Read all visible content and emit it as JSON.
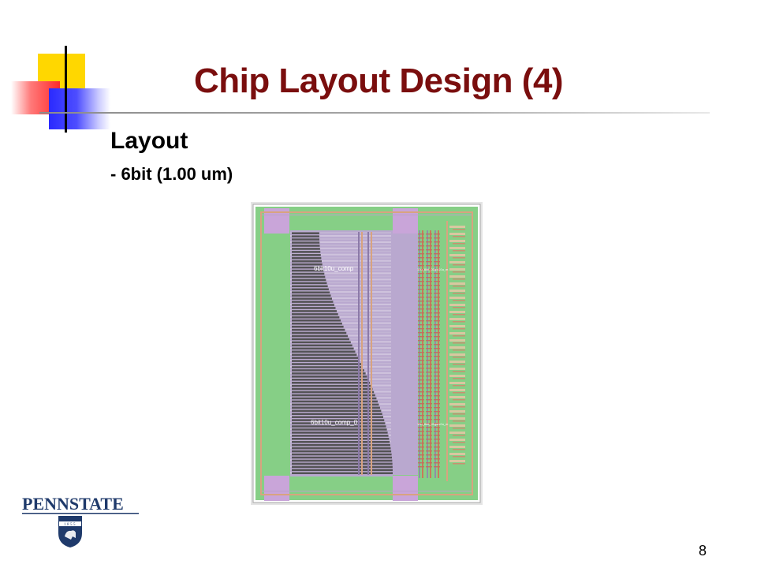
{
  "slide": {
    "title": "Chip Layout Design (4)",
    "heading": "Layout",
    "subheading": "- 6bit (1.00 um)",
    "page_number": "8"
  },
  "layout_image": {
    "cell_label_top": "6bit10u_comp",
    "cell_label_bottom": "6bit10u_comp_0",
    "small_label_top": "10u_6bit_01gw10u_m",
    "small_label_bottom": "10u_6bit_01gw10u_m"
  },
  "logo": {
    "wordmark": "PENNSTATE",
    "year": "1855"
  },
  "colors": {
    "title": "#7a0e0e",
    "accent_yellow": "#ffd700",
    "accent_red": "#ff2a2a",
    "accent_blue": "#2a2aff",
    "logo_navy": "#1f3a6b"
  }
}
